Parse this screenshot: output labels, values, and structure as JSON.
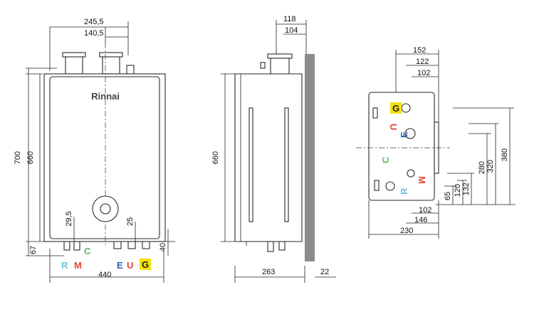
{
  "front_view": {
    "brand_logo": "Rinnai",
    "dims": {
      "top_width_a": "245,5",
      "top_width_b": "140,5",
      "overall_height": "700",
      "body_height": "660",
      "left_bottom_offset": "29,5",
      "right_bottom_offset": "25",
      "bottom_left": "67",
      "bottom_right": "40",
      "overall_width": "440"
    },
    "connections": {
      "r": "R",
      "m": "M",
      "c": "C",
      "e": "E",
      "u": "U",
      "g": "G"
    }
  },
  "side_view": {
    "dims": {
      "top_a": "118",
      "top_b": "104",
      "height": "660",
      "depth": "263",
      "wall_gap": "22"
    }
  },
  "bottom_view": {
    "dims": {
      "top_a": "152",
      "top_b": "122",
      "top_c": "102",
      "right_a": "380",
      "right_b": "320",
      "right_c": "280",
      "right_d": "132",
      "right_e": "120",
      "right_f": "65",
      "bottom_a": "102",
      "bottom_b": "146",
      "bottom_c": "230"
    },
    "connections": {
      "g": "G",
      "u": "U",
      "e": "E",
      "c": "C",
      "m": "M",
      "r": "R"
    }
  },
  "colors": {
    "r": "#6cc3d5",
    "m": "#e2453a",
    "c": "#5cb85c",
    "e": "#2f5fa8",
    "u": "#e2453a",
    "g_bg": "#f2e20a",
    "g_text": "#222222"
  }
}
